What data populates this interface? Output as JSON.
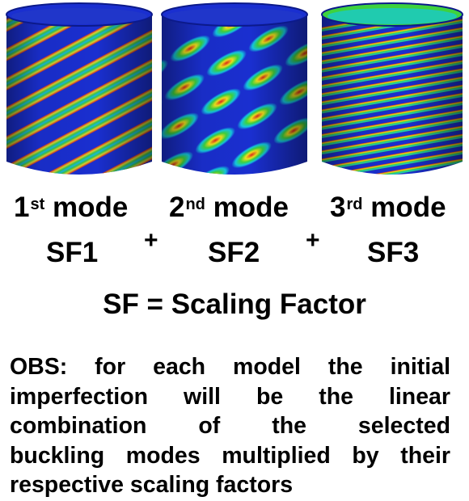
{
  "modes": [
    {
      "num": "1",
      "suffix": "st",
      "word": "mode",
      "factor": "SF1",
      "pattern": "helical-coarse"
    },
    {
      "num": "2",
      "suffix": "nd",
      "word": "mode",
      "factor": "SF2",
      "pattern": "helical-wide"
    },
    {
      "num": "3",
      "suffix": "rd",
      "word": "mode",
      "factor": "SF3",
      "pattern": "helical-fine"
    }
  ],
  "operator": "+",
  "definition": "SF = Scaling Factor",
  "obs_lines": [
    "OBS: for each model the initial",
    "imperfection will be the linear",
    "combination of the selected",
    "buckling modes multiplied by their",
    "respective scaling factors"
  ],
  "colors": {
    "background": "#ffffff",
    "contour_low": "#1a2fd0",
    "contour_mid1": "#14c8e0",
    "contour_mid2": "#3ed23e",
    "contour_mid3": "#f0e21e",
    "contour_high": "#e02a1a"
  }
}
